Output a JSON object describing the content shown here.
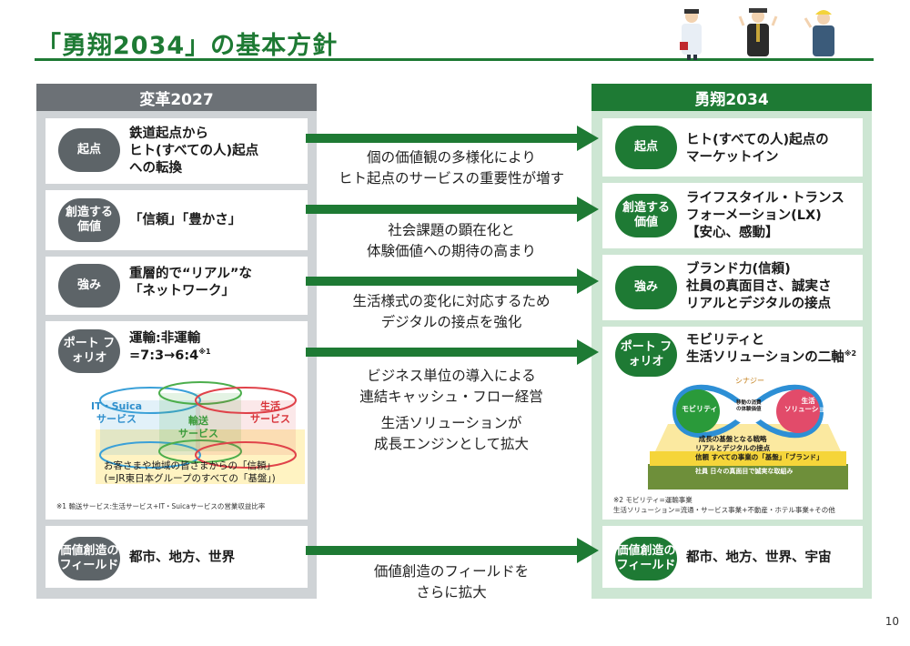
{
  "title": "「勇翔2034」の基本方針",
  "left_header": "変革2027",
  "right_header": "勇翔2034",
  "rows": [
    {
      "left_pill": "起点",
      "left_text": "鉄道起点から\nヒト(すべての人)起点\nへの転換",
      "middle": "個の価値観の多様化により\nヒト起点のサービスの重要性が増す",
      "right_pill": "起点",
      "right_text": "ヒト(すべての人)起点の\nマーケットイン"
    },
    {
      "left_pill": "創造する\n価値",
      "left_text": "「信頼」「豊かさ」",
      "middle": "社会課題の顕在化と\n体験価値への期待の高まり",
      "right_pill": "創造する\n価値",
      "right_text": "ライフスタイル・トランス\nフォーメーション(LX)\n【安心、感動】"
    },
    {
      "left_pill": "強み",
      "left_text": "重層的で“リアル”な\n「ネットワーク」",
      "middle": "生活様式の変化に対応するため\nデジタルの接点を強化",
      "right_pill": "強み",
      "right_text": "ブランド力(信頼)\n社員の真面目さ、誠実さ\nリアルとデジタルの接点"
    },
    {
      "left_pill": "ポート\nフォリオ",
      "left_text": "運輸:非運輸\n=7:3→6:4",
      "left_sup": "※1",
      "middle": "ビジネス単位の導入による\n連結キャッシュ・フロー経営",
      "middle2": "生活ソリューションが\n成長エンジンとして拡大",
      "right_pill": "ポート\nフォリオ",
      "right_text": "モビリティと\n生活ソリューションの二軸",
      "right_sup": "※2"
    },
    {
      "left_pill": "価値創造の\nフィールド",
      "left_text": "都市、地方、世界",
      "middle": "価値創造のフィールドを\nさらに拡大",
      "right_pill": "価値創造の\nフィールド",
      "right_text": "都市、地方、世界、宇宙"
    }
  ],
  "venn": {
    "it_suica": "IT・Suica\nサービス",
    "transport": "輸送\nサービス",
    "life": "生活\nサービス",
    "base_line1": "お客さまや地域の皆さまからの「信頼」",
    "base_line2": "(=JR東日本グループのすべての「基盤」)"
  },
  "note1": "※1 輸送サービス:生活サービス+IT・Suicaサービスの営業収益比率",
  "infinity": {
    "synergy": "シナジー",
    "mobility": "モビリティ",
    "life_solution": "生活\nソリューション",
    "center": "移動の消費\nの体験価値",
    "base1": "成長の基盤となる戦略\nリアルとデジタルの接点",
    "base2": "信頼 すべての事業の「基盤」「ブランド」",
    "base3": "社員 日々の真面目で誠実な取組み"
  },
  "note2": "※2 モビリティ=運輸事業\n生活ソリューション=流通・サービス事業+不動産・ホテル事業+その他",
  "page_number": "10",
  "colors": {
    "green": "#1e7a34",
    "gray": "#6c7176",
    "light_green": "#cde6d3",
    "light_gray": "#cfd3d6"
  }
}
